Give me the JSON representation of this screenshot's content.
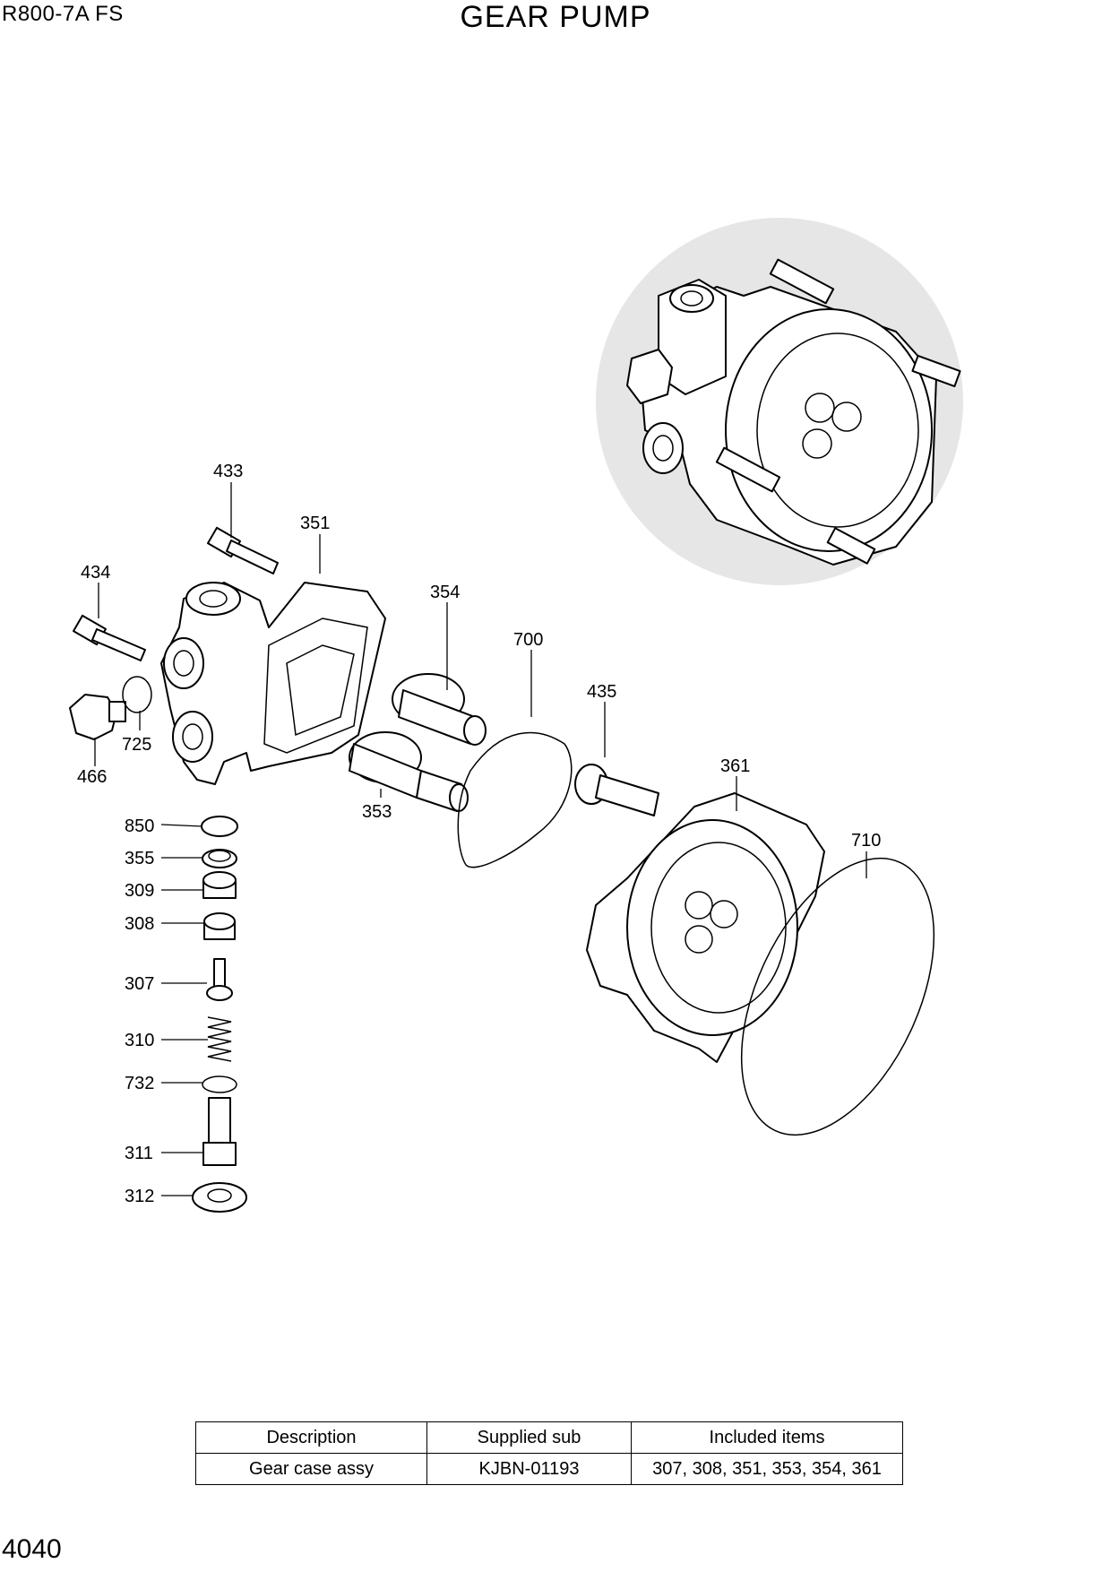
{
  "header": {
    "model": "R800-7A  FS",
    "title": "GEAR PUMP"
  },
  "page_number": "4040",
  "callouts": [
    {
      "id": "433",
      "label": "433"
    },
    {
      "id": "351",
      "label": "351"
    },
    {
      "id": "434",
      "label": "434"
    },
    {
      "id": "354",
      "label": "354"
    },
    {
      "id": "700",
      "label": "700"
    },
    {
      "id": "435",
      "label": "435"
    },
    {
      "id": "725",
      "label": "725"
    },
    {
      "id": "466",
      "label": "466"
    },
    {
      "id": "361",
      "label": "361"
    },
    {
      "id": "353",
      "label": "353"
    },
    {
      "id": "710",
      "label": "710"
    },
    {
      "id": "850",
      "label": "850"
    },
    {
      "id": "355",
      "label": "355"
    },
    {
      "id": "309",
      "label": "309"
    },
    {
      "id": "308",
      "label": "308"
    },
    {
      "id": "307",
      "label": "307"
    },
    {
      "id": "310",
      "label": "310"
    },
    {
      "id": "732",
      "label": "732"
    },
    {
      "id": "311",
      "label": "311"
    },
    {
      "id": "312",
      "label": "312"
    }
  ],
  "table": {
    "headers": [
      "Description",
      "Supplied sub",
      "Included items"
    ],
    "rows": [
      [
        "Gear case assy",
        "KJBN-01193",
        "307, 308, 351, 353, 354, 361"
      ]
    ]
  }
}
